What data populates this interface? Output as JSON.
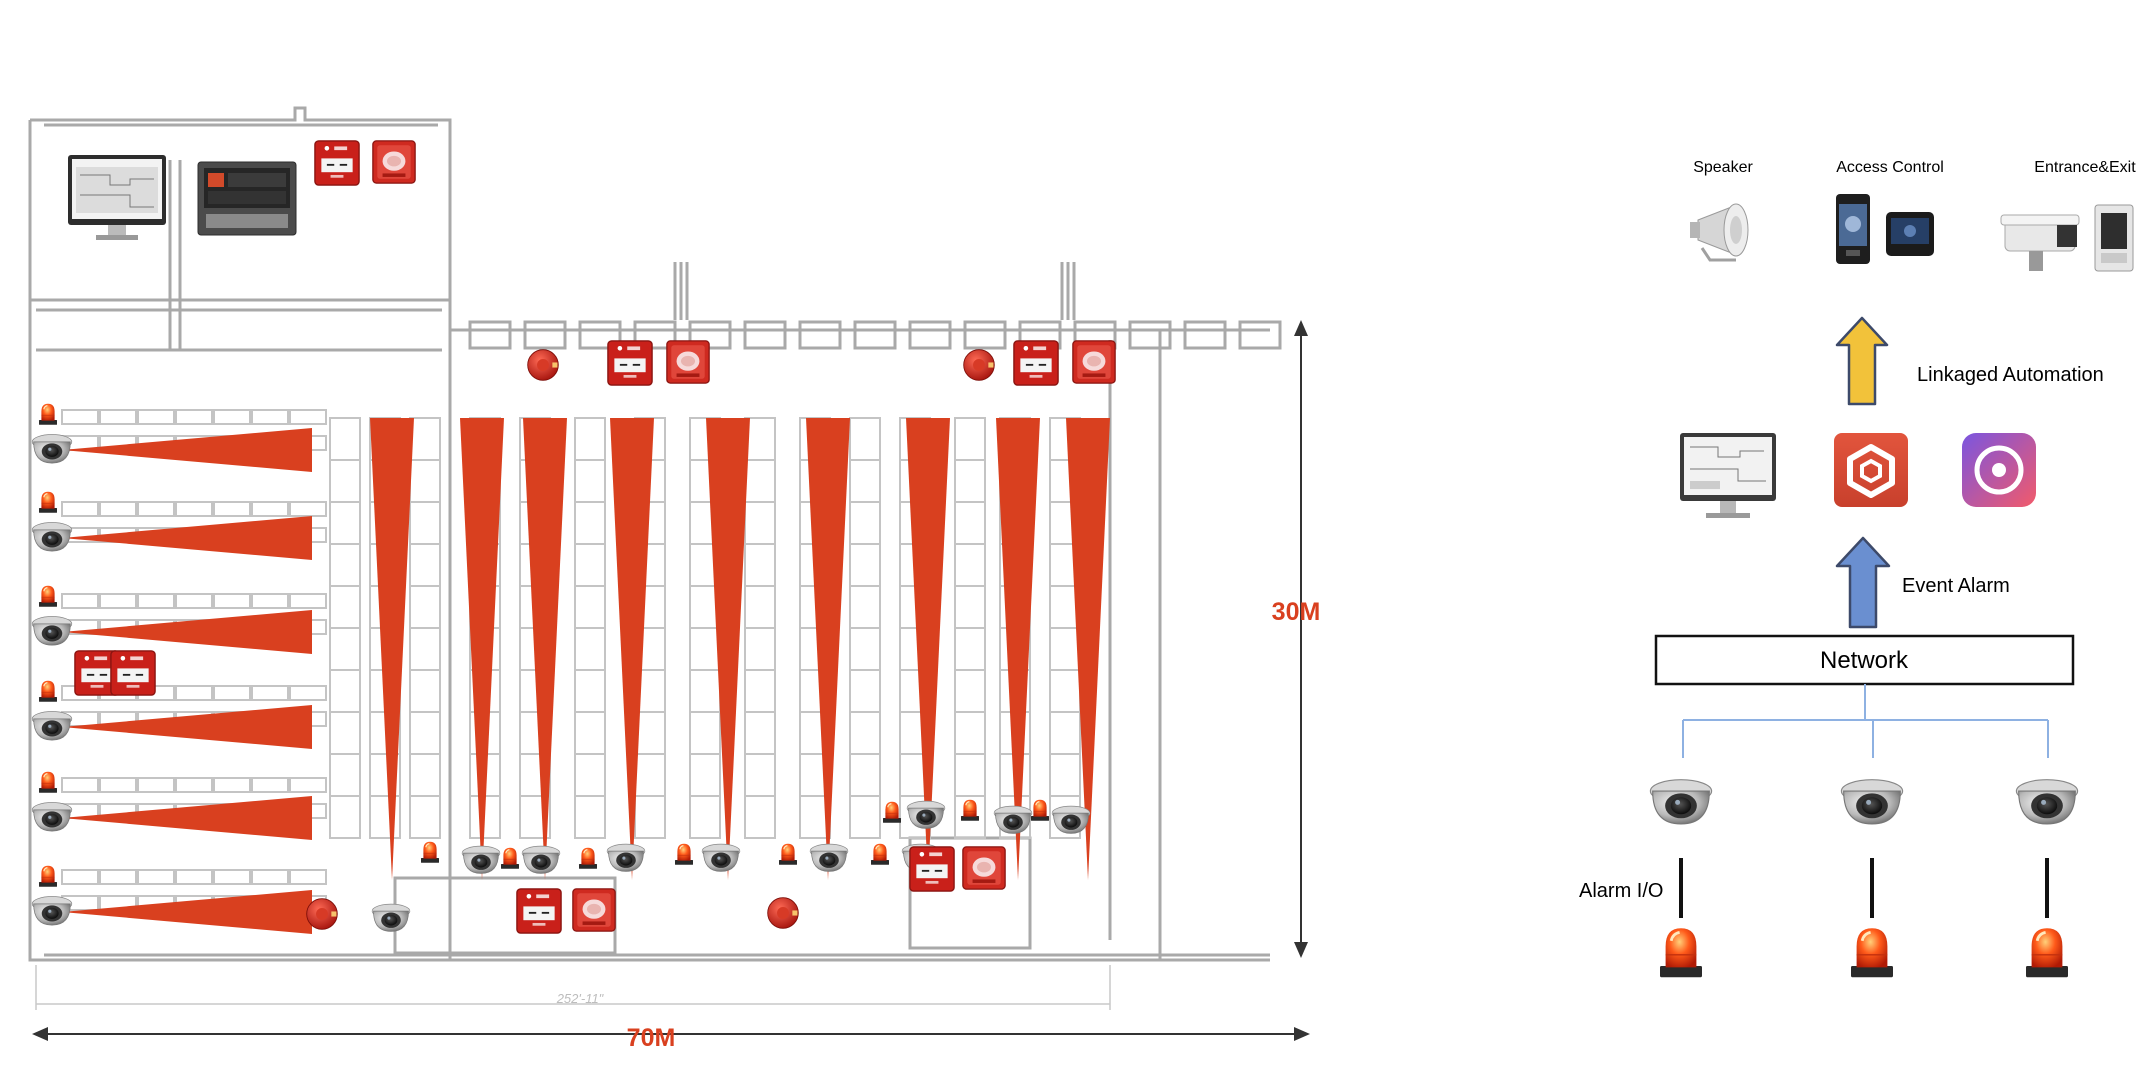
{
  "floorplan": {
    "dim_height": "30M",
    "dim_width": "70M",
    "dim_label_color": "#d9401f",
    "faint_dimension": "252'-11\""
  },
  "colors": {
    "detection_zone": "#d9401f",
    "arrow_event": "#6a8fd0",
    "arrow_linkage": "#f2c23a",
    "network_line": "#8eb1e2",
    "wall": "#a9a9a9"
  },
  "icons": {
    "camera": "dome-camera-icon",
    "beacon": "alarm-beacon-icon",
    "call_point": "manual-call-point-icon",
    "sounder": "sounder-icon",
    "round_alarm": "round-alarm-bell-icon",
    "monitor": "monitor-icon",
    "panel": "fire-control-panel-icon",
    "speaker": "horn-speaker-icon",
    "access_control": "access-terminal-icon",
    "entrance_exit": "lpr-camera-icon",
    "platform_app": "platform-app-icon",
    "mobile_app": "mobile-app-icon"
  },
  "architecture": {
    "top_devices": [
      {
        "label": "Speaker"
      },
      {
        "label": "Access Control"
      },
      {
        "label": "Entrance&Exit"
      }
    ],
    "linkage_label": "Linkaged Automation",
    "event_label": "Event Alarm",
    "network_label": "Network",
    "alarm_io_label": "Alarm I/O",
    "camera_count": 3
  }
}
